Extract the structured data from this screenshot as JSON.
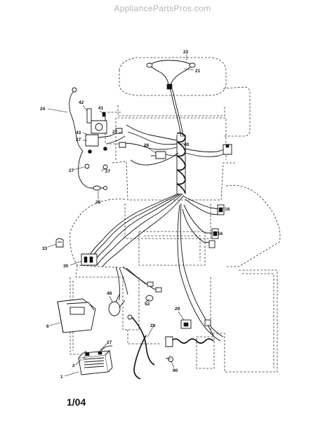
{
  "header": {
    "watermark": "AppliancePartsPros.com"
  },
  "footer": {
    "page_number": "1/04"
  },
  "diagram": {
    "callouts": {
      "c22": "22",
      "c21": "21",
      "c24": "24",
      "c42": "42",
      "c41": "41",
      "c43": "43",
      "c27a": "27",
      "c27b": "27",
      "c27c": "27",
      "c27d": "27",
      "c40": "40",
      "c26": "26",
      "c25": "25",
      "c16a": "16",
      "c16b": "16",
      "c33": "33",
      "c30": "30",
      "c48": "48",
      "c52": "52",
      "c6": "6",
      "c29": "29",
      "c28": "28",
      "c27e": "27",
      "c2": "2",
      "c3": "3",
      "c1": "1",
      "c90": "90"
    }
  }
}
